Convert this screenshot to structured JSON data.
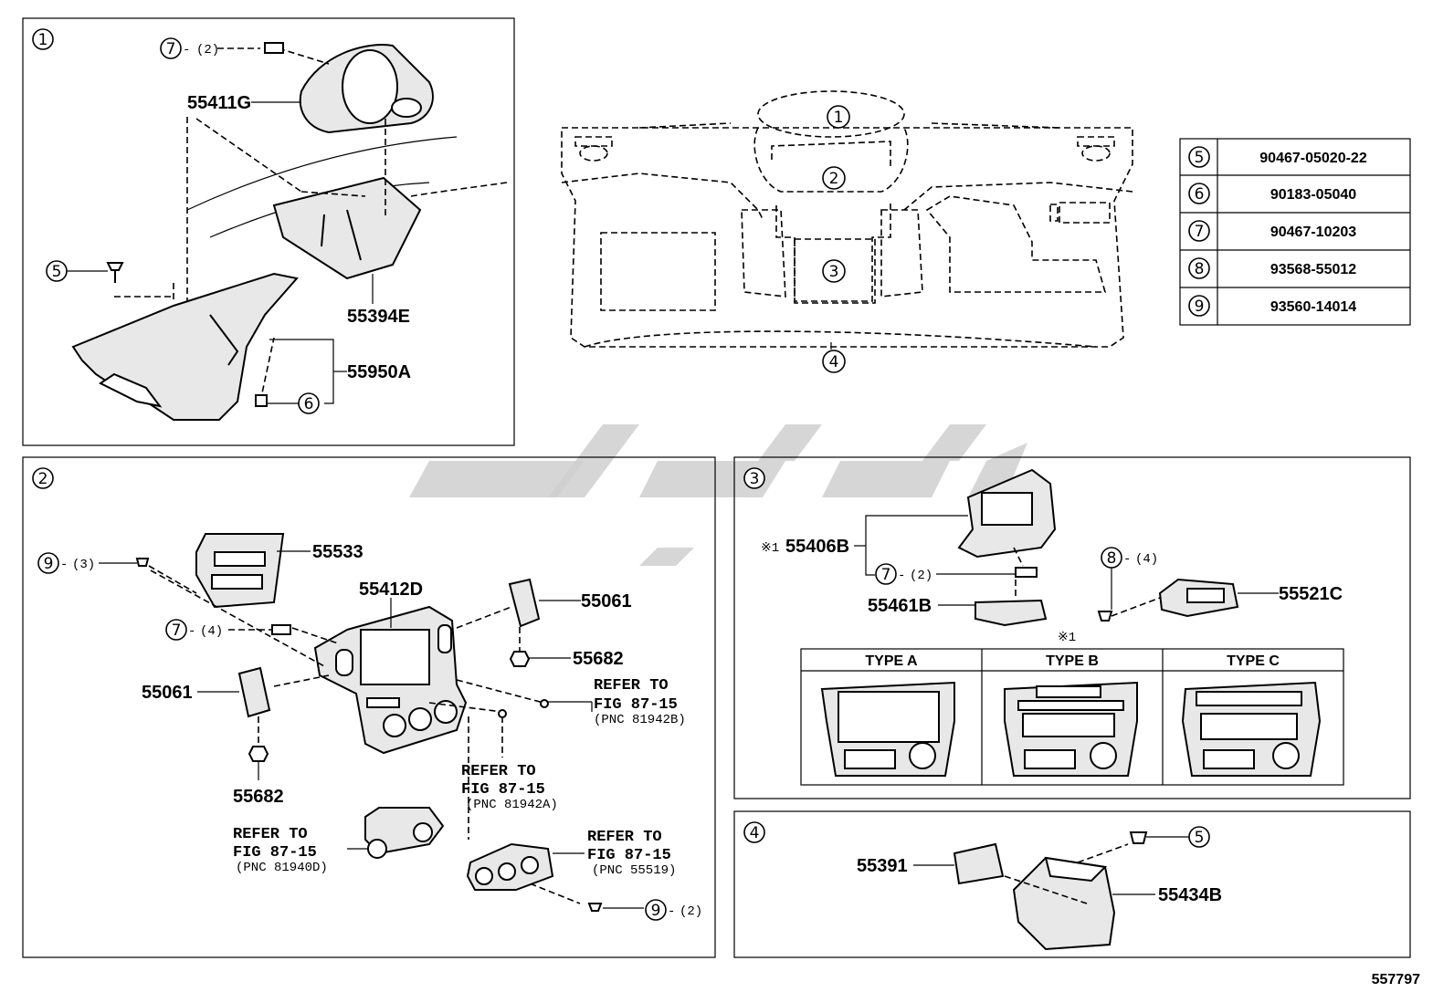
{
  "sections": [
    {
      "number": "1",
      "parts": [
        "55411G",
        "55394E",
        "55950A"
      ],
      "callouts": [
        {
          "ref": "7",
          "qty": "(2)"
        },
        {
          "ref": "5",
          "qty": ""
        },
        {
          "ref": "6",
          "qty": ""
        }
      ]
    },
    {
      "number": "2",
      "parts": [
        "55533",
        "55412D",
        "55061",
        "55682",
        "55061",
        "55682"
      ],
      "callouts": [
        {
          "ref": "9",
          "qty": "(3)"
        },
        {
          "ref": "7",
          "qty": "(4)"
        },
        {
          "ref": "9",
          "qty": "(2)"
        }
      ],
      "refers": [
        {
          "line1": "REFER TO",
          "line2": "FIG 87-15",
          "line3": "(PNC 81942B)"
        },
        {
          "line1": "REFER TO",
          "line2": "FIG 87-15",
          "line3": "(PNC 81942A)"
        },
        {
          "line1": "REFER TO",
          "line2": "FIG 87-15",
          "line3": "(PNC 81940D)"
        },
        {
          "line1": "REFER TO",
          "line2": "FIG 87-15",
          "line3": "(PNC 55519)"
        }
      ]
    },
    {
      "number": "3",
      "parts": [
        "55406B",
        "55461B",
        "55521C"
      ],
      "callouts": [
        {
          "ref": "7",
          "qty": "(2)"
        },
        {
          "ref": "8",
          "qty": "(4)"
        }
      ],
      "note_mark": "※1",
      "types": [
        "TYPE A",
        "TYPE B",
        "TYPE C"
      ]
    },
    {
      "number": "4",
      "parts": [
        "55391",
        "55434B"
      ],
      "callouts": [
        {
          "ref": "5",
          "qty": ""
        }
      ]
    }
  ],
  "overview_labels": [
    "1",
    "2",
    "3",
    "4"
  ],
  "fastener_table": [
    {
      "ref": "5",
      "part": "90467-05020-22"
    },
    {
      "ref": "6",
      "part": "90183-05040"
    },
    {
      "ref": "7",
      "part": "90467-10203"
    },
    {
      "ref": "8",
      "part": "93568-55012"
    },
    {
      "ref": "9",
      "part": "93560-14014"
    }
  ],
  "figure_id": "557797"
}
